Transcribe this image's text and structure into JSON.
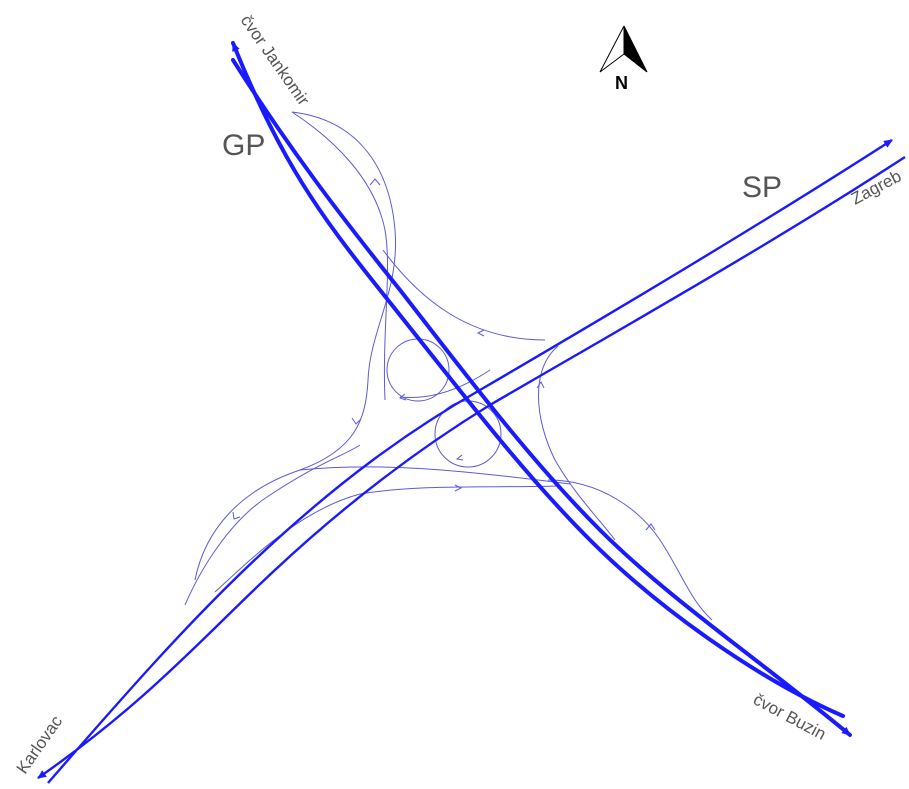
{
  "labels": {
    "gp": "GP",
    "sp": "SP",
    "jankomir": "čvor Jankomir",
    "zagreb": "Zagreb",
    "buzin": "čvor Buzin",
    "karlovac": "Karlovac"
  },
  "north": {
    "letter": "N"
  },
  "colors": {
    "road": "#1a1aff",
    "ramp": "#5b5bd6",
    "text": "#555555"
  }
}
